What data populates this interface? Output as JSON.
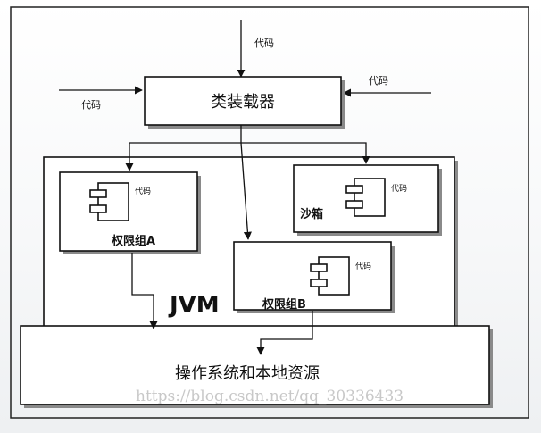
{
  "diagram": {
    "code_top": "代码",
    "code_left": "代码",
    "code_right": "代码",
    "class_loader": "类装载器",
    "jvm": "JVM",
    "perm_group_a": {
      "title": "权限组A",
      "component_label": "代码"
    },
    "sandbox": {
      "title": "沙箱",
      "component_label": "代码"
    },
    "perm_group_b": {
      "title": "权限组B",
      "component_label": "代码"
    },
    "os_native": "操作系统和本地资源"
  },
  "watermark": "https://blog.csdn.net/qq_30336433"
}
